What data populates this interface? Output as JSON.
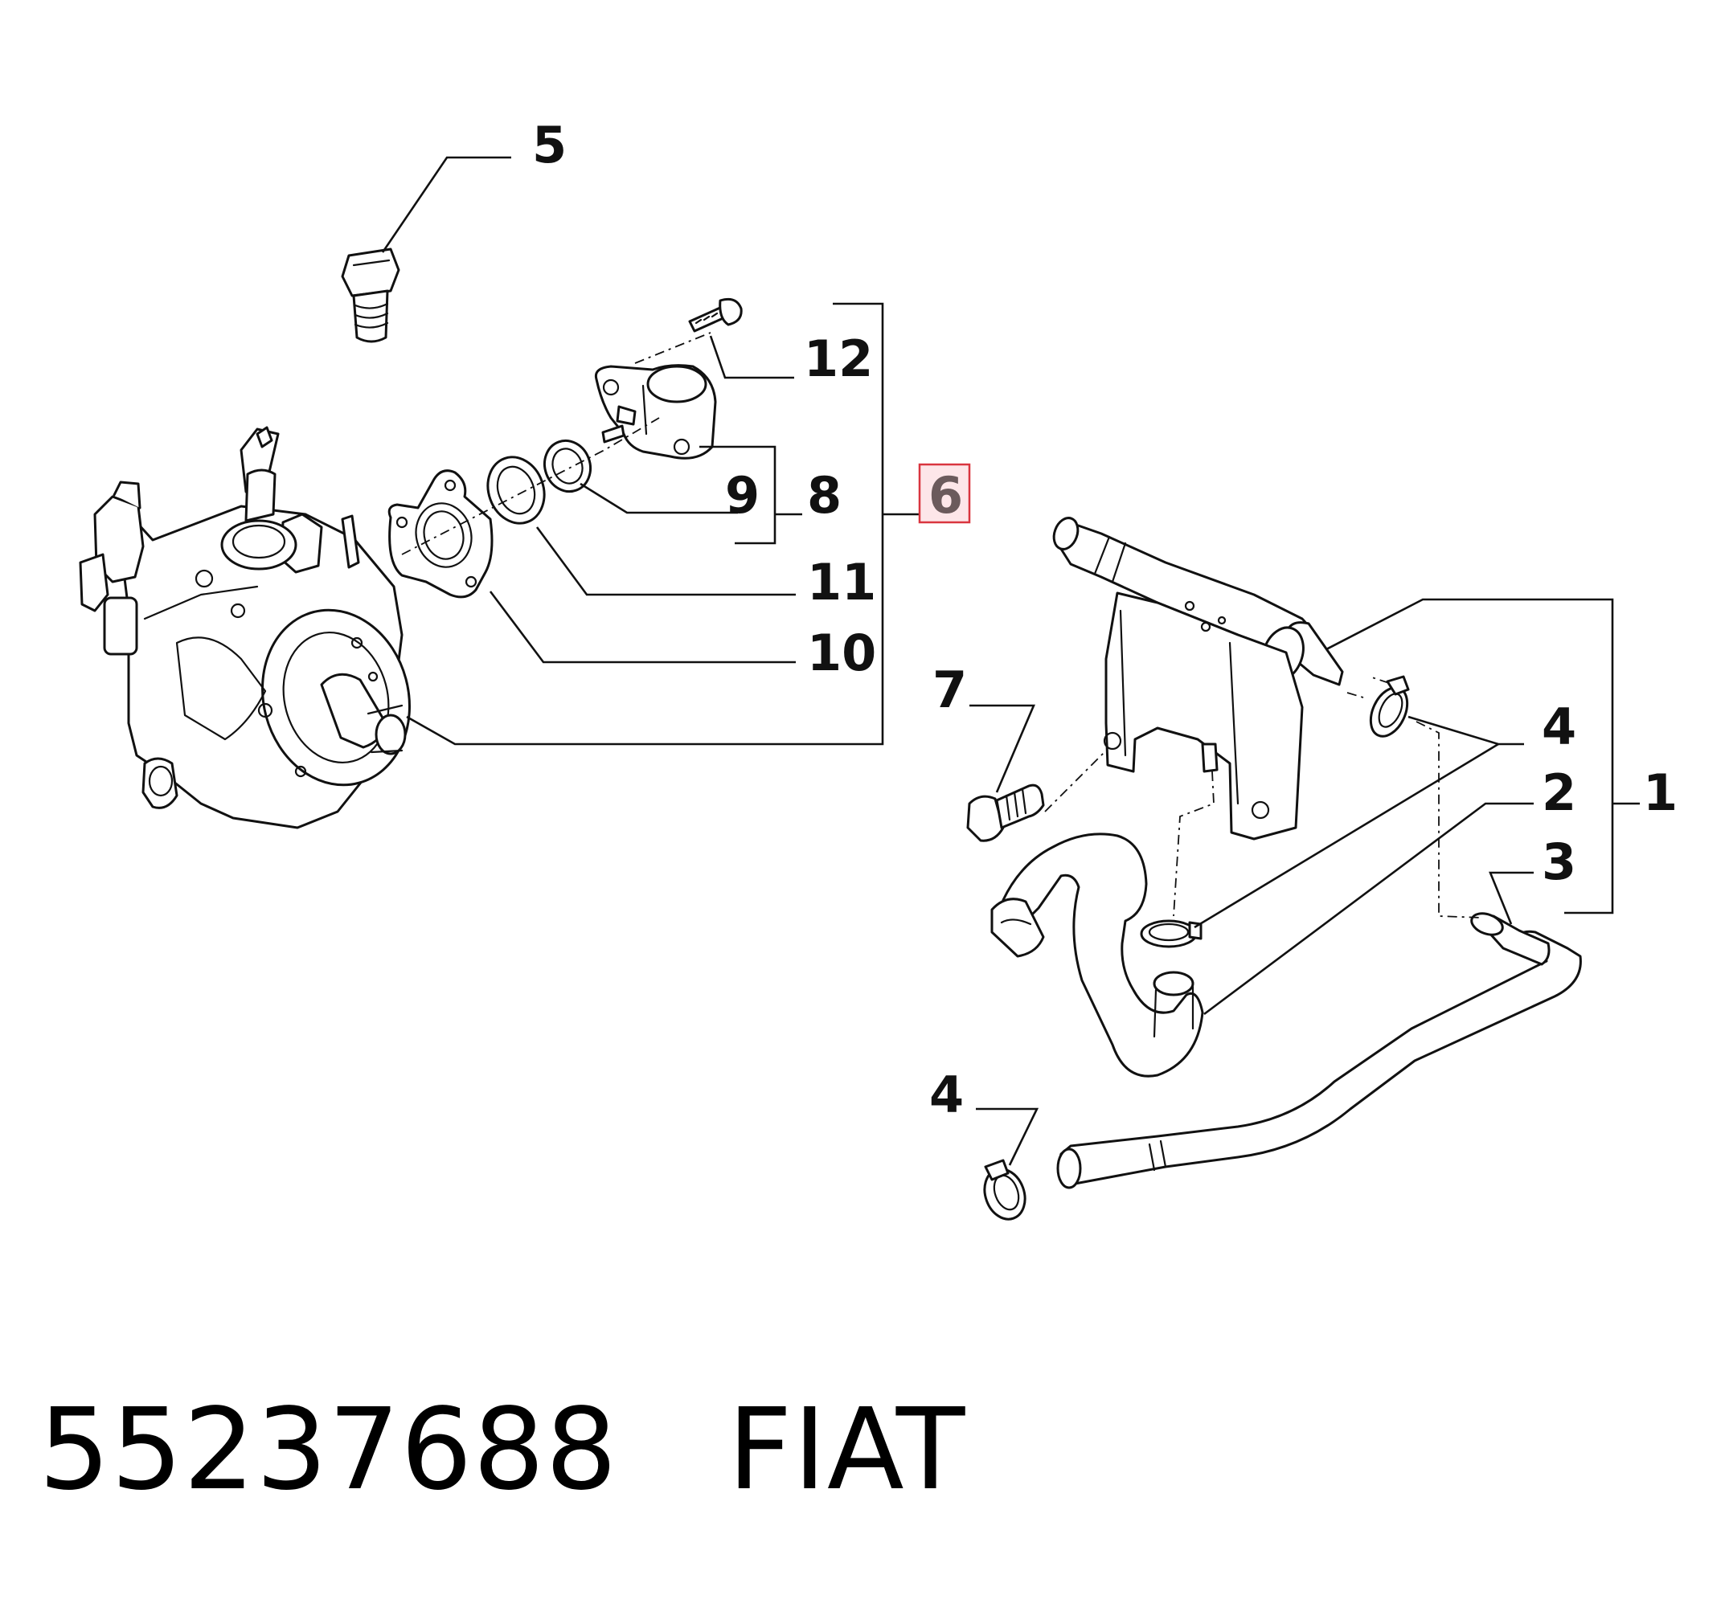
{
  "callouts": {
    "c1": "1",
    "c2": "2",
    "c3": "3",
    "c4_upper": "4",
    "c4_lower": "4",
    "c5": "5",
    "c6": "6",
    "c7": "7",
    "c8": "8",
    "c9": "9",
    "c10": "10",
    "c11": "11",
    "c12": "12"
  },
  "highlighted_callout": "6",
  "colors": {
    "highlight_fill": "#fde6e9",
    "highlight_border": "#d9353f",
    "line": "#111111",
    "text": "#000000"
  },
  "footer": {
    "part_number": "55237688",
    "brand": "FIAT"
  }
}
